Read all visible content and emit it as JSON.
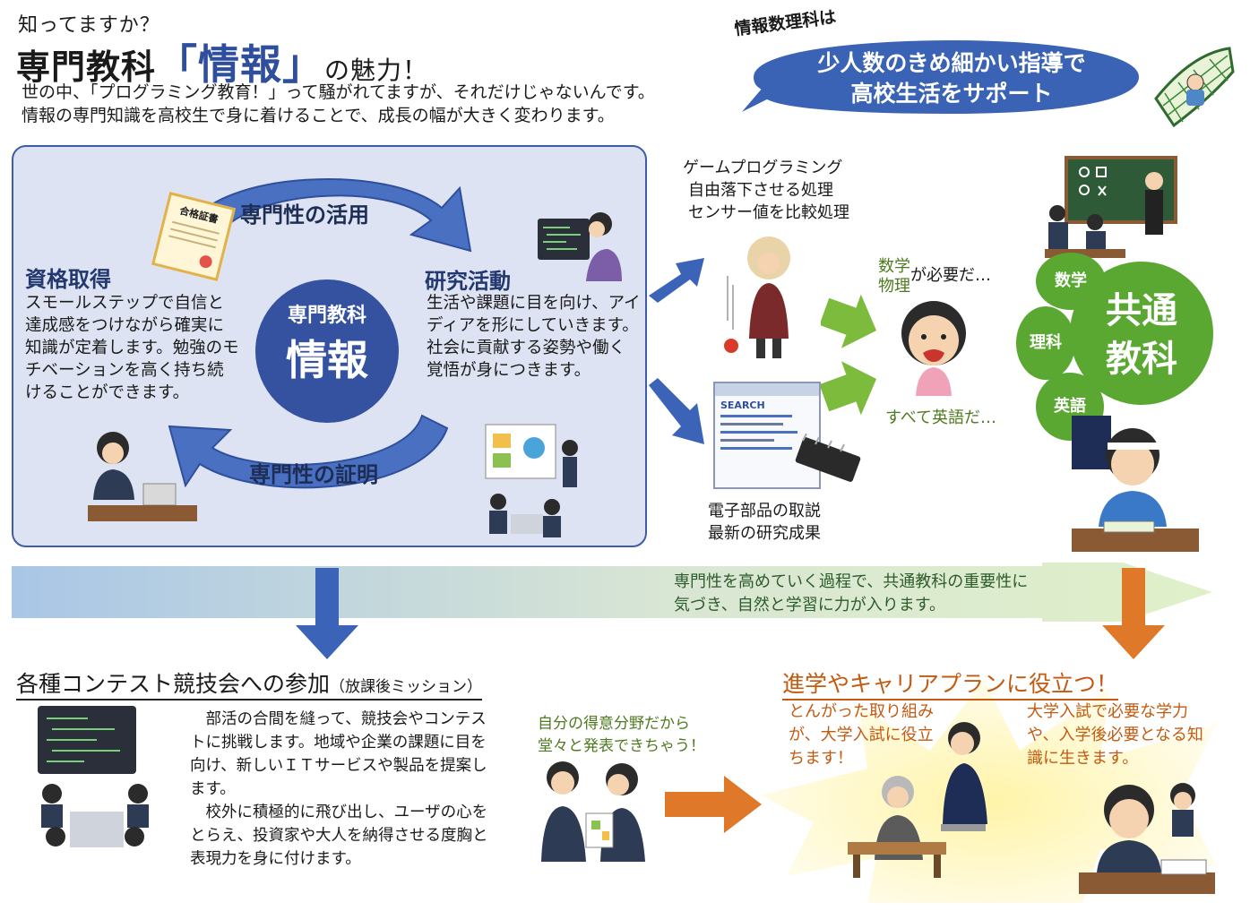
{
  "header": {
    "kicker": "知ってますか？",
    "title_prefix": "専門教科",
    "title_open": "「",
    "title_highlight": "情報",
    "title_close": "」",
    "title_suffix": "の魅力！",
    "intro": "世の中、「プログラミング教育！」って騒がれてますが、それだけじゃないんです。\n情報の専門知識を高校生で身に着けることで、成長の幅が大きく変わります。"
  },
  "callout": {
    "tag": "情報数理科は",
    "text": "少人数のきめ細かい指導で\n高校生活をサポート",
    "color": "#3a63b5"
  },
  "cycle": {
    "center_sub": "専門教科",
    "center_main": "情報",
    "arrow_top_label": "専門性の活用",
    "arrow_bottom_label": "専門性の証明",
    "certificate_heading": "資格取得",
    "certificate_text": "スモールステップで自信と達成感をつけながら確実に知識が定着します。勉強のモチベーションを高く持ち続けることができます。",
    "certificate_badge": "合格証書",
    "research_heading": "研究活動",
    "research_text": "生活や課題に目を向け、アイディアを形にしていきます。社会に貢献する姿勢や働く覚悟が身につきます。",
    "accent": "#3552a0"
  },
  "middle": {
    "game_list": [
      "ゲームプログラミング",
      "自由落下させる処理",
      "センサー値を比較処理"
    ],
    "electronics_list": [
      "電子部品の取説",
      "最新の研究成果"
    ],
    "search_label": "SEARCH",
    "math_word": "数学",
    "physics_word": "物理",
    "math_note_suffix": "が必要だ…",
    "english_note": "すべて英語だ…"
  },
  "common": {
    "main_line1": "共通",
    "main_line2": "教科",
    "subjects": [
      "数学",
      "理科",
      "英語"
    ],
    "green": "#5aa832"
  },
  "band": {
    "text": "専門性を高めていく過程で、共通教科の重要性に\n気づき、自然と学習に力が入ります。"
  },
  "contest": {
    "heading": "各種コンテスト競技会への参加",
    "heading_note": "（放課後ミッション）",
    "paragraph1": "部活の合間を縫って、競技会やコンテストに挑戦します。地域や企業の課題に目を向け、新しいＩＴサービスや製品を提案します。",
    "paragraph2": "校外に積極的に飛び出し、ユーザの心をとらえ、投資家や大人を納得させる度胸と表現力を身に付けます。",
    "proud_note": "自分の得意分野だから\n堂々と発表できちゃう！"
  },
  "career": {
    "heading": "進学やキャリアプランに役立つ！",
    "left_text": "とんがった取り組みが、大学入試に役立ちます！",
    "right_text": "大学入試で必要な学力や、入学後必要となる知識に生きます。",
    "accent": "#c35a10"
  },
  "icons": {
    "blue_arrow": "arrow-right-icon",
    "green_arrow": "arrow-right-icon",
    "orange_arrow": "arrow-down-icon"
  }
}
